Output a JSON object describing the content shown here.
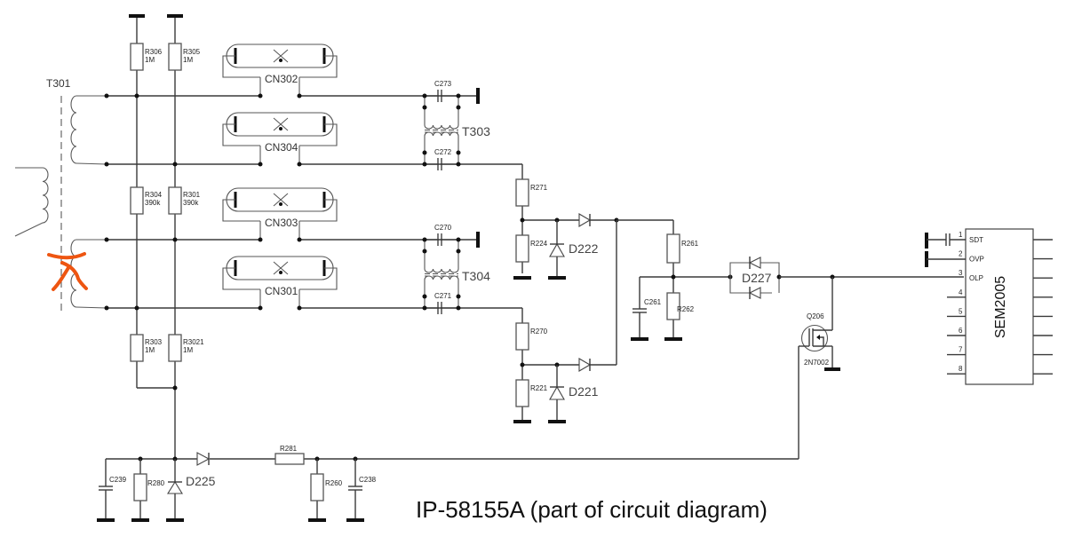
{
  "caption": "IP-58155A (part of circuit diagram)",
  "transformers": {
    "main": "T301",
    "balance_top": "T303",
    "balance_bottom": "T304"
  },
  "resistors": {
    "r306": {
      "ref": "R306",
      "value": "1M"
    },
    "r305": {
      "ref": "R305",
      "value": "1M"
    },
    "r304": {
      "ref": "R304",
      "value": "390k"
    },
    "r301": {
      "ref": "R301",
      "value": "390k"
    },
    "r303": {
      "ref": "R303",
      "value": "1M"
    },
    "r3021": {
      "ref": "R3021",
      "value": "1M"
    },
    "r271": {
      "ref": "R271"
    },
    "r224": {
      "ref": "R224"
    },
    "r270": {
      "ref": "R270"
    },
    "r221": {
      "ref": "R221"
    },
    "r261": {
      "ref": "R261"
    },
    "r262": {
      "ref": "R262"
    },
    "r281": {
      "ref": "R281"
    },
    "r280": {
      "ref": "R280"
    },
    "r260": {
      "ref": "R260"
    }
  },
  "capacitors": {
    "c273": "C273",
    "c272": "C272",
    "c270": "C270",
    "c271": "C271",
    "c261": "C261",
    "c239": "C239",
    "c238": "C238"
  },
  "lamps": {
    "cn302": "CN302",
    "cn304": "CN304",
    "cn303": "CN303",
    "cn301": "CN301"
  },
  "diodes": {
    "d222": "D222",
    "d221": "D221",
    "d227": "D227",
    "d225": "D225"
  },
  "transistor": {
    "ref": "Q206",
    "part": "2N7002"
  },
  "ic": {
    "name": "SEM2005",
    "pins": [
      {
        "num": "1",
        "name": "SDT"
      },
      {
        "num": "2",
        "name": "OVP"
      },
      {
        "num": "3",
        "name": "OLP"
      },
      {
        "num": "4",
        "name": ""
      },
      {
        "num": "5",
        "name": ""
      },
      {
        "num": "6",
        "name": ""
      },
      {
        "num": "7",
        "name": ""
      },
      {
        "num": "8",
        "name": ""
      }
    ]
  },
  "annotation": {
    "type": "hand-drawn-x-mark",
    "color": "#ee5511"
  }
}
